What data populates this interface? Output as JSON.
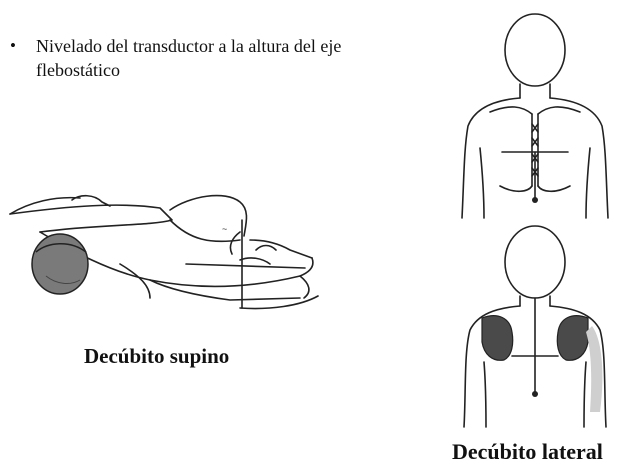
{
  "bullet": {
    "symbol": "•",
    "text": "Nivelado del transductor a la altura del eje flebostático"
  },
  "captions": {
    "supine": "Decúbito supino",
    "lateral": "Decúbito lateral"
  },
  "illustrations": {
    "supine": "supine-body-figure",
    "front": "torso-front-figure",
    "back": "torso-back-figure"
  }
}
